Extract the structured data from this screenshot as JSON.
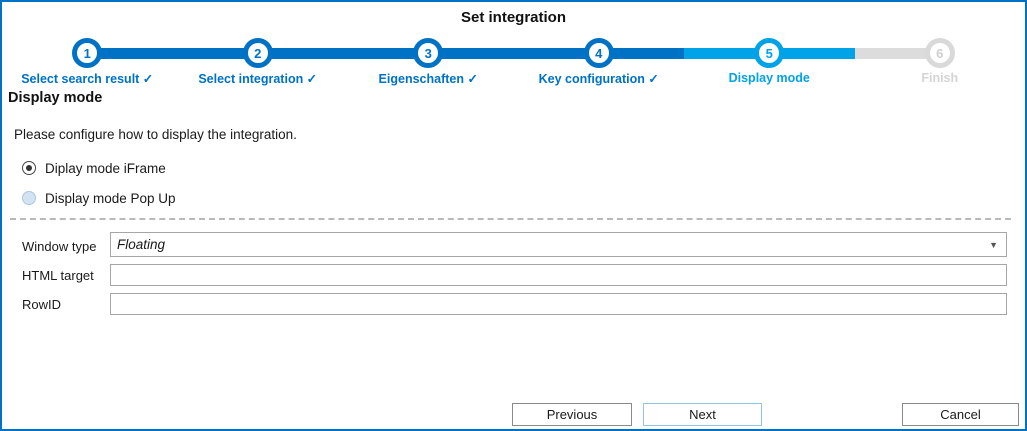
{
  "window": {
    "title": "Set integration"
  },
  "stepper": {
    "steps": [
      {
        "number": "1",
        "label": "Select search result ✓",
        "state": "done"
      },
      {
        "number": "2",
        "label": "Select integration ✓",
        "state": "done"
      },
      {
        "number": "3",
        "label": "Eigenschaften ✓",
        "state": "done"
      },
      {
        "number": "4",
        "label": "Key configuration ✓",
        "state": "done"
      },
      {
        "number": "5",
        "label": "Display mode",
        "state": "active"
      },
      {
        "number": "6",
        "label": "Finish",
        "state": "future"
      }
    ],
    "colors": {
      "done": "#0072C6",
      "active": "#00A2E8",
      "future": "#D9D9D9"
    }
  },
  "section": {
    "heading": "Display mode",
    "description": "Please configure how to display the integration."
  },
  "radios": {
    "options": [
      {
        "label": "Diplay mode iFrame",
        "selected": true
      },
      {
        "label": "Display mode Pop Up",
        "selected": false
      }
    ]
  },
  "form": {
    "fields": [
      {
        "label": "Window type",
        "value": "Floating",
        "type": "combobox"
      },
      {
        "label": "HTML target",
        "value": "",
        "type": "text"
      },
      {
        "label": "RowID",
        "value": "",
        "type": "text"
      }
    ]
  },
  "buttons": {
    "previous": "Previous",
    "next": "Next",
    "cancel": "Cancel"
  }
}
